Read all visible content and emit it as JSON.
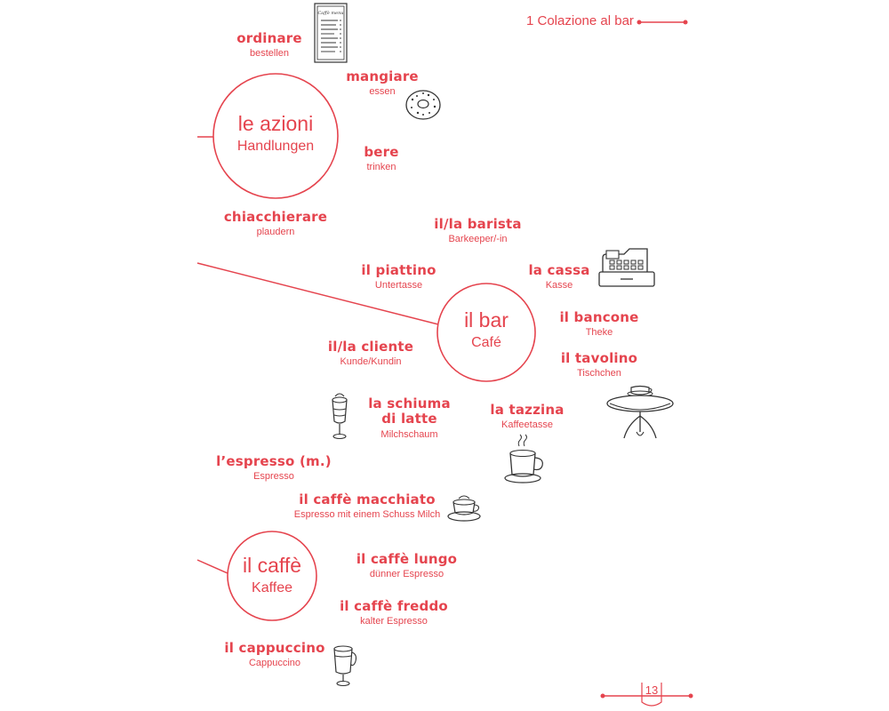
{
  "header": {
    "title": "1 Colazione al bar"
  },
  "page_number": "13",
  "icons": {
    "menu": {
      "name": "coffee-menu-icon",
      "text": "Caffè menu"
    },
    "donut": "donut-icon",
    "register": "cash-register-icon",
    "table": "cafe-table-icon",
    "latte_glass": "latte-glass-icon",
    "espresso_cup": "coffee-cup-icon",
    "macchiato_cup": "macchiato-cup-icon",
    "cappuccino_glass": "cappuccino-glass-icon"
  },
  "circles": {
    "azioni": {
      "main": "le azioni",
      "sub": "Handlungen"
    },
    "bar": {
      "main": "il bar",
      "sub": "Café"
    },
    "caffe": {
      "main": "il caffè",
      "sub": "Kaffee"
    }
  },
  "vocab": {
    "ordinare": {
      "it": "ordinare",
      "de": "bestellen"
    },
    "mangiare": {
      "it": "mangiare",
      "de": "essen"
    },
    "bere": {
      "it": "bere",
      "de": "trinken"
    },
    "chiacchierare": {
      "it": "chiacchierare",
      "de": "plaudern"
    },
    "barista": {
      "it": "il/la barista",
      "de": "Barkeeper/-in"
    },
    "piattino": {
      "it": "il piattino",
      "de": "Untertasse"
    },
    "cassa": {
      "it": "la cassa",
      "de": "Kasse"
    },
    "bancone": {
      "it": "il bancone",
      "de": "Theke"
    },
    "cliente": {
      "it": "il/la cliente",
      "de": "Kunde/Kundin"
    },
    "tavolino": {
      "it": "il tavolino",
      "de": "Tischchen"
    },
    "schiuma": {
      "it1": "la schiuma",
      "it2": "di latte",
      "de": "Milchschaum"
    },
    "tazzina": {
      "it": "la tazzina",
      "de": "Kaffeetasse"
    },
    "espresso": {
      "it": "l’espresso (m.)",
      "de": "Espresso"
    },
    "macchiato": {
      "it": "il caffè macchiato",
      "de": "Espresso mit einem Schuss Milch"
    },
    "lungo": {
      "it": "il caffè lungo",
      "de": "dünner Espresso"
    },
    "freddo": {
      "it": "il caffè freddo",
      "de": "kalter Espresso"
    },
    "cappuccino": {
      "it": "il cappuccino",
      "de": "Cappuccino"
    }
  },
  "colors": {
    "accent": "#e5444e",
    "ink": "#333333"
  }
}
